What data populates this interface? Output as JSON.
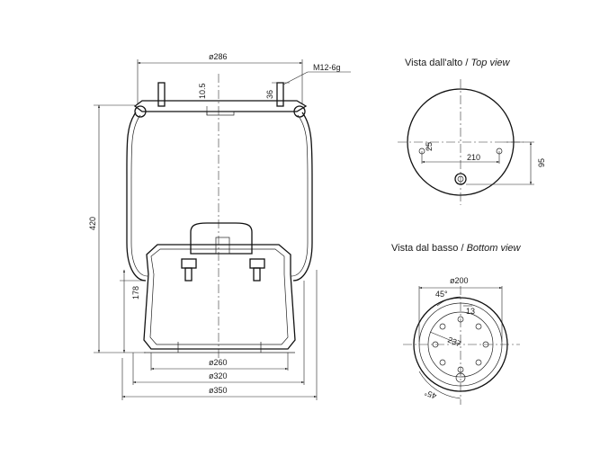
{
  "top_view": {
    "title_it": "Vista dall'alto",
    "sep": " / ",
    "title_en": "Top view"
  },
  "bottom_view": {
    "title_it": "Vista dal basso",
    "sep": " / ",
    "title_en": "Bottom view"
  },
  "side": {
    "d286": "ø286",
    "thread": "M12-6g",
    "h105": "10.5",
    "h36": "36",
    "h420": "420",
    "h178": "178",
    "d260": "ø260",
    "d320": "ø320",
    "d350": "ø350"
  },
  "top": {
    "d25": "25",
    "d210": "210",
    "d95": "95"
  },
  "bottom": {
    "d200": "ø200",
    "a45": "45°",
    "d13": "13",
    "r237": "237",
    "a45b": "45°"
  }
}
